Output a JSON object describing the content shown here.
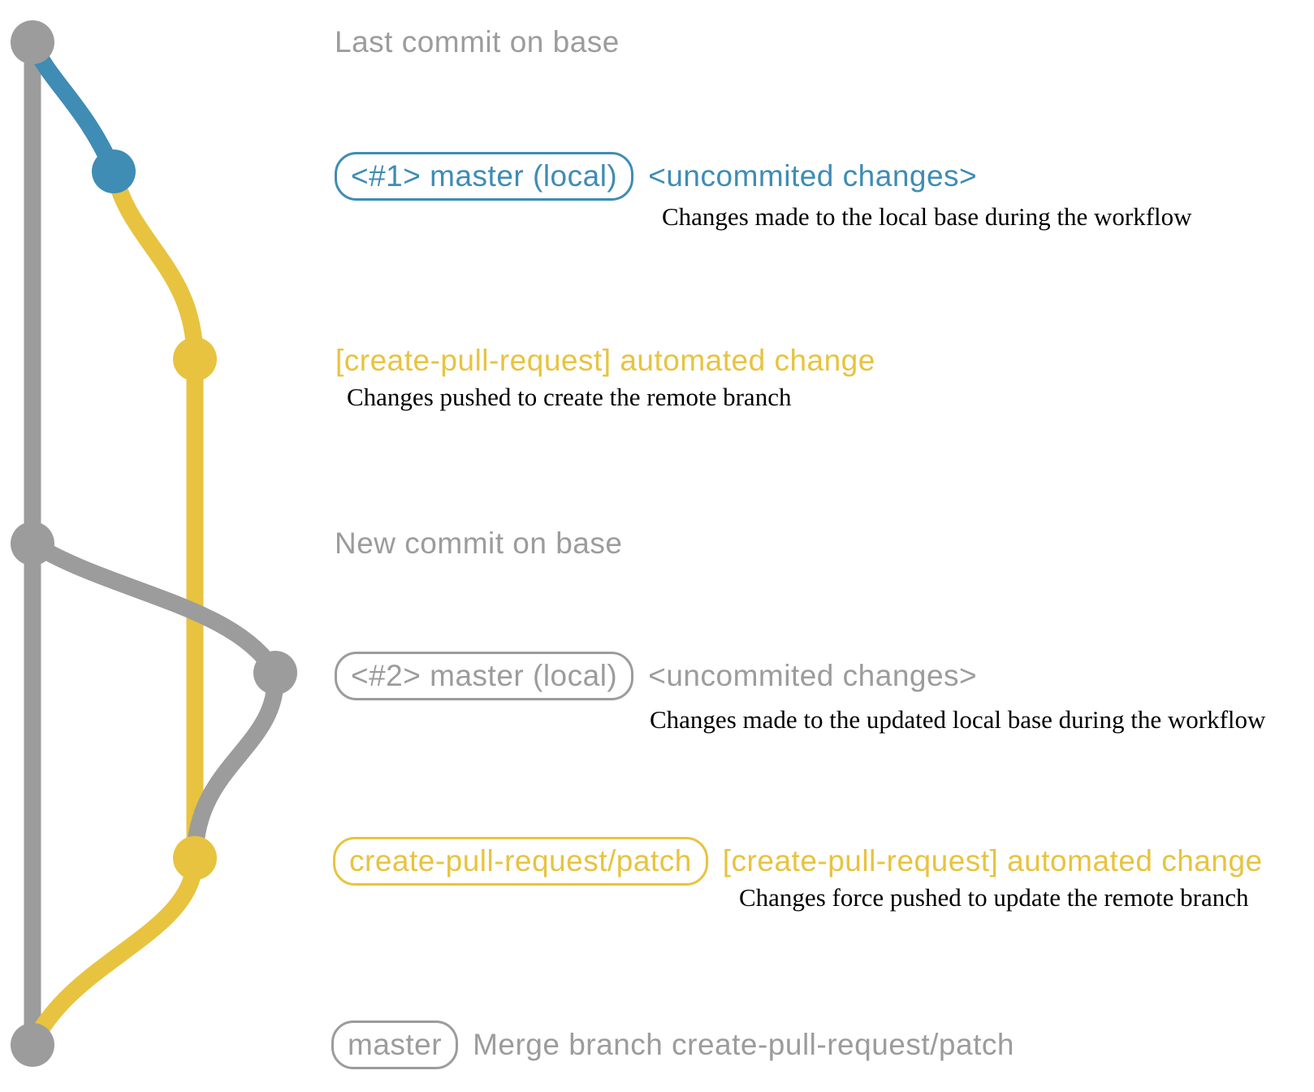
{
  "colors": {
    "gray": "#9c9c9c",
    "blue": "#3f8cb5",
    "yellow": "#e8c33f",
    "description_text": "#000000"
  },
  "graph": {
    "branches": [
      "base (master remote)",
      "master (local)",
      "create-pull-request/patch"
    ],
    "commit_nodes": [
      "last-commit-on-base",
      "local-commit-1",
      "patch-commit-1",
      "new-commit-on-base",
      "local-commit-2",
      "patch-commit-2",
      "merge-commit"
    ]
  },
  "rows": {
    "last_commit_label": "Last commit on base",
    "local1": {
      "badge": "<#1> master (local)",
      "note": "<uncommited changes>",
      "desc": "Changes made to the local base during the workflow"
    },
    "push1": {
      "note": "[create-pull-request] automated change",
      "desc": "Changes pushed to create the remote branch"
    },
    "new_commit_label": "New commit on base",
    "local2": {
      "badge": "<#2> master (local)",
      "note": "<uncommited changes>",
      "desc": "Changes made to the updated local base during the workflow"
    },
    "push2": {
      "badge": "create-pull-request/patch",
      "note": "[create-pull-request] automated change",
      "desc": "Changes force pushed to update the remote branch"
    },
    "merge": {
      "badge": "master",
      "note": "Merge branch create-pull-request/patch"
    }
  }
}
